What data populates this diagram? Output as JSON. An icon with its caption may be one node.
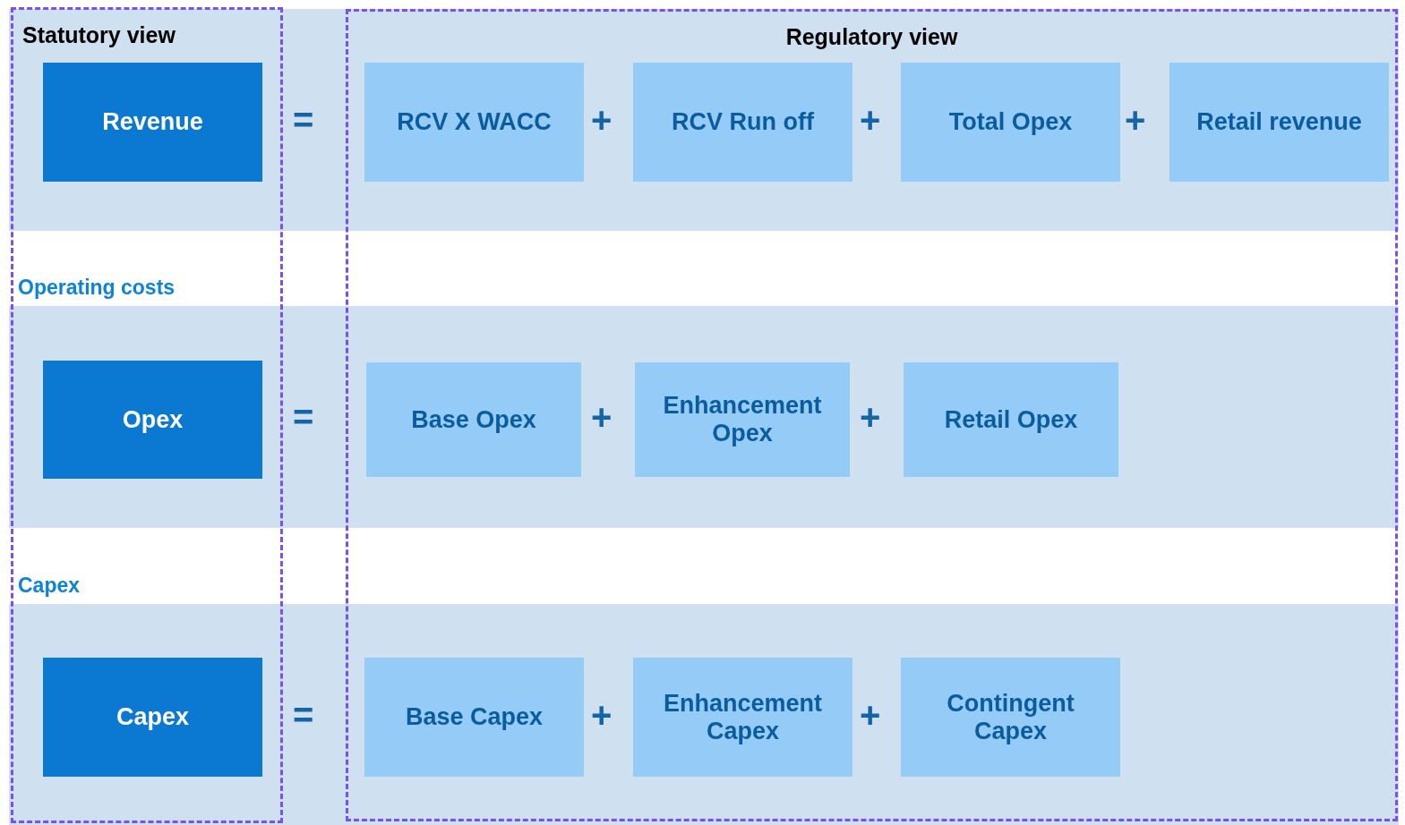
{
  "diagram": {
    "nodes": [
      {
        "text": [
          "Statutory view"
        ]
      },
      {
        "text": [
          "Regulatory view"
        ]
      },
      {
        "text": [
          "Revenue"
        ],
        "in": 0
      },
      {
        "text": [
          "Opex"
        ],
        "in": 0
      },
      {
        "text": [
          "Capex"
        ],
        "in": 0
      },
      {
        "text": [
          "RCV X WACC"
        ],
        "in": 1
      },
      {
        "text": [
          "RCV Run off"
        ],
        "in": 1
      },
      {
        "text": [
          "Total Opex"
        ],
        "in": 1
      },
      {
        "text": [
          "Retail revenue"
        ],
        "in": 1
      },
      {
        "text": [
          "Base Opex"
        ],
        "in": 1
      },
      {
        "text": [
          "Enhancement Opex"
        ],
        "in": 1
      },
      {
        "text": [
          "Retail Opex"
        ],
        "in": 1
      },
      {
        "text": [
          "Base Capex"
        ],
        "in": 1
      },
      {
        "text": [
          "Enhancement Capex"
        ],
        "in": 1
      },
      {
        "text": [
          "Contingent Capex"
        ],
        "in": 1
      }
    ],
    "labels": [
      "=",
      "+",
      "+",
      "+",
      "Operating costs",
      "=",
      "+",
      "+",
      "Capex",
      "=",
      "+",
      "+"
    ]
  }
}
